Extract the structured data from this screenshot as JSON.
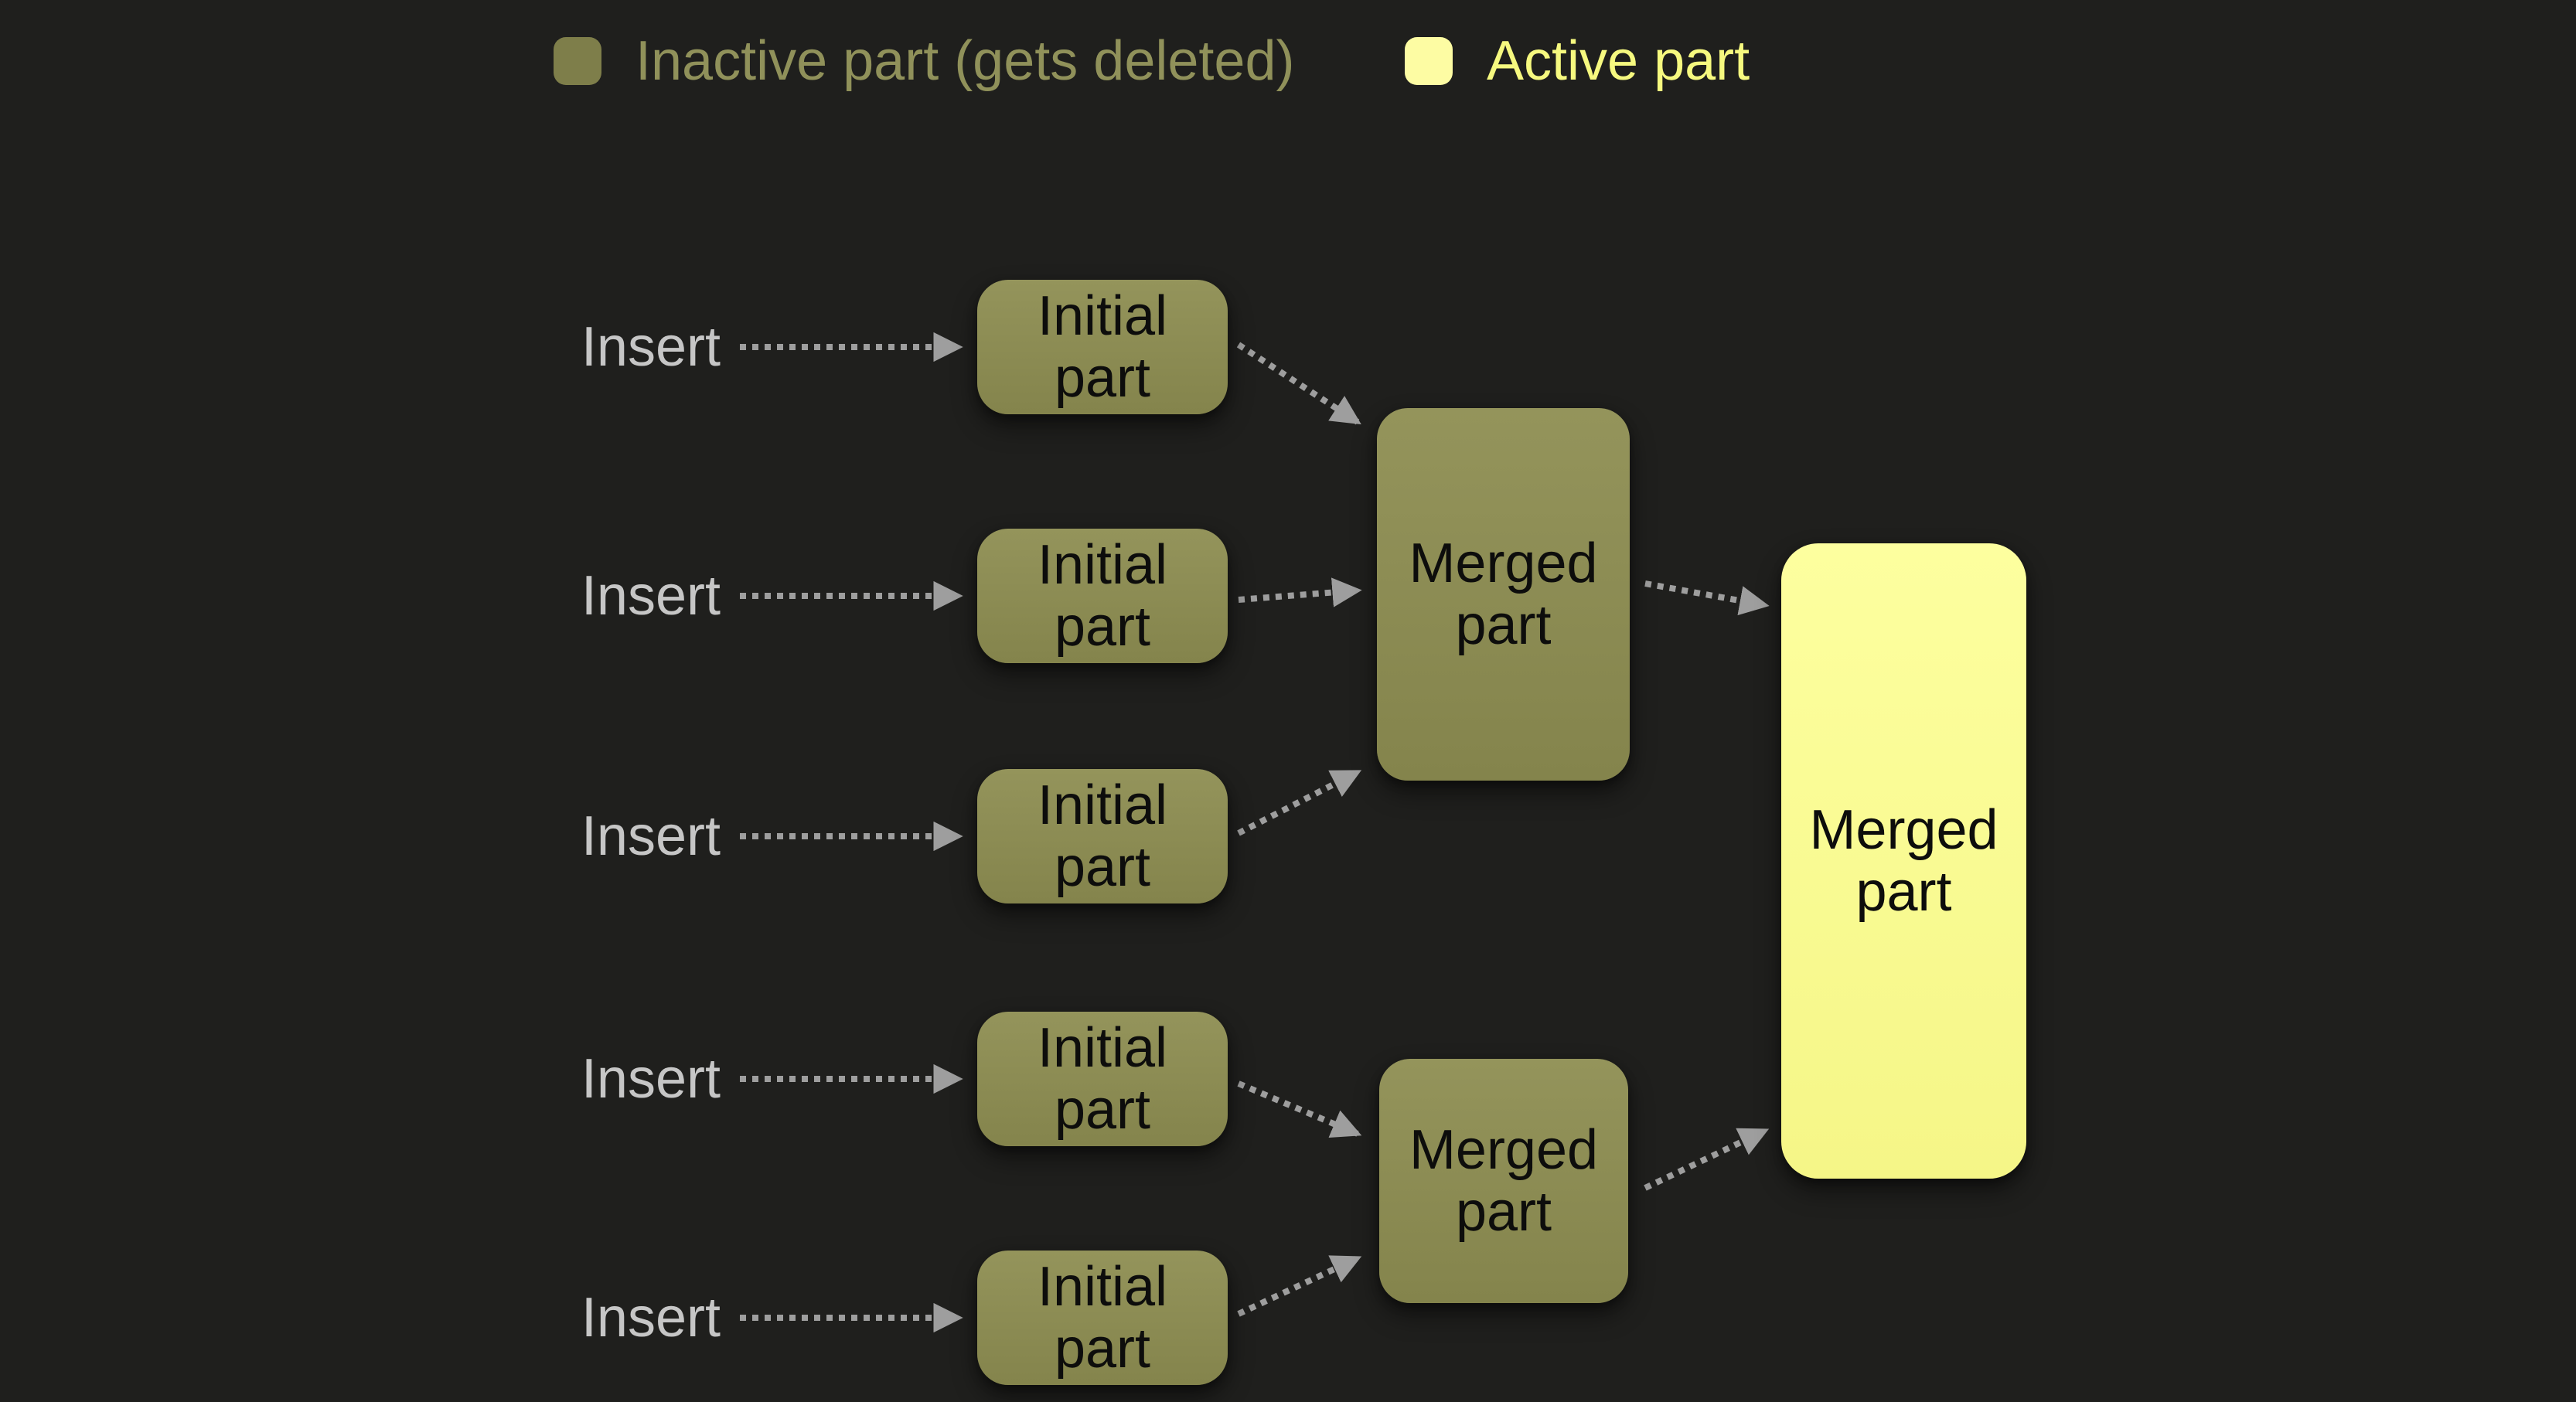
{
  "legend": {
    "inactive": {
      "label": "Inactive part (gets deleted)",
      "swatch_icon": "rounded-square-swatch"
    },
    "active": {
      "label": "Active part",
      "swatch_icon": "rounded-square-swatch"
    }
  },
  "rows": [
    {
      "insert_label": "Insert",
      "node_label": "Initial part"
    },
    {
      "insert_label": "Insert",
      "node_label": "Initial part"
    },
    {
      "insert_label": "Insert",
      "node_label": "Initial part"
    },
    {
      "insert_label": "Insert",
      "node_label": "Initial part"
    },
    {
      "insert_label": "Insert",
      "node_label": "Initial part"
    }
  ],
  "merged": {
    "top": {
      "label": "Merged part"
    },
    "bottom": {
      "label": "Merged part"
    },
    "final": {
      "label": "Merged part"
    }
  },
  "colors": {
    "background": "#1f1f1d",
    "inactive_fill_top": "#94945b",
    "inactive_fill_bottom": "#84844c",
    "active_fill_top": "#fdff9f",
    "active_fill_bottom": "#f5f687",
    "node_text": "#0d0d0c",
    "insert_label_text": "#c6c6c6",
    "arrow": "#9e9e9e",
    "legend_inactive_text": "#90915a",
    "legend_active_text": "#f6f97f",
    "legend_inactive_swatch": "#7e7e4a",
    "legend_active_swatch": "#fdfca3"
  }
}
